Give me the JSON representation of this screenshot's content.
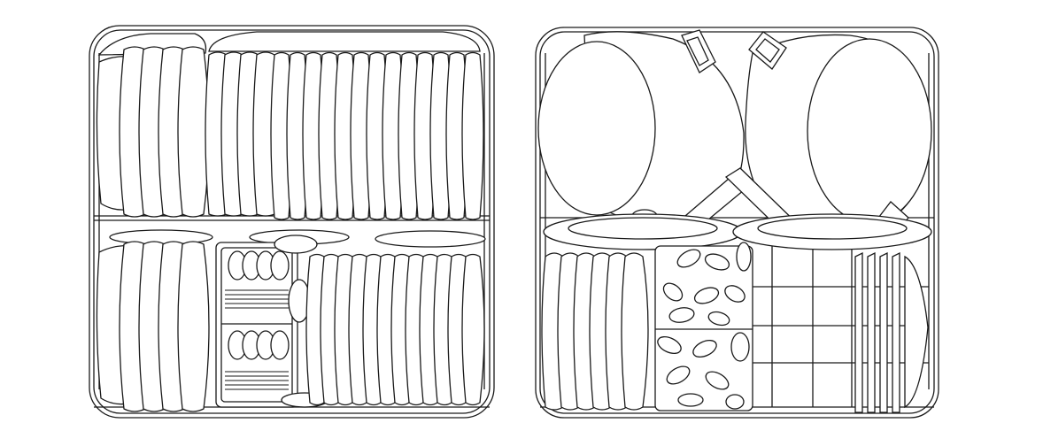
{
  "figure": {
    "panels": [
      {
        "id": "left-rack",
        "content": "plates-and-cutlery-basket"
      },
      {
        "id": "right-rack",
        "content": "pots-plates-and-cutlery-basket"
      }
    ],
    "colors": {
      "line": "#1a1a1a",
      "fill": "#ffffff",
      "background": "#ffffff"
    }
  }
}
